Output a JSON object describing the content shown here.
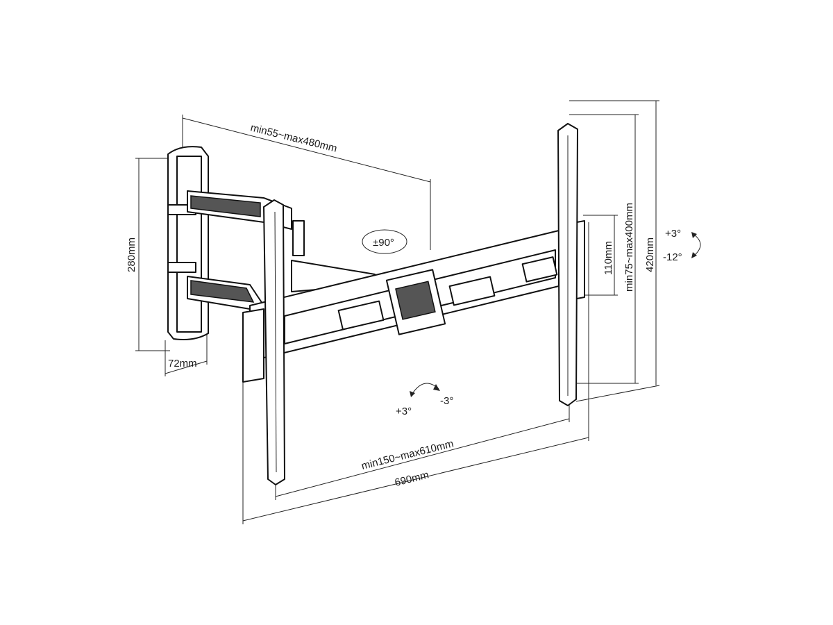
{
  "diagram": {
    "depth_range": "min55~max480mm",
    "swivel": "±90°",
    "wall_plate_height": "280mm",
    "wall_plate_width": "72mm",
    "level_plus": "+3°",
    "level_minus": "-3°",
    "hole_width_range": "min150~max610mm",
    "rail_width": "690mm",
    "wall_plate_spacing": "110mm",
    "hole_height_range": "min75~max400mm",
    "bracket_height": "420mm",
    "tilt_up": "+3°",
    "tilt_down": "-12°"
  }
}
